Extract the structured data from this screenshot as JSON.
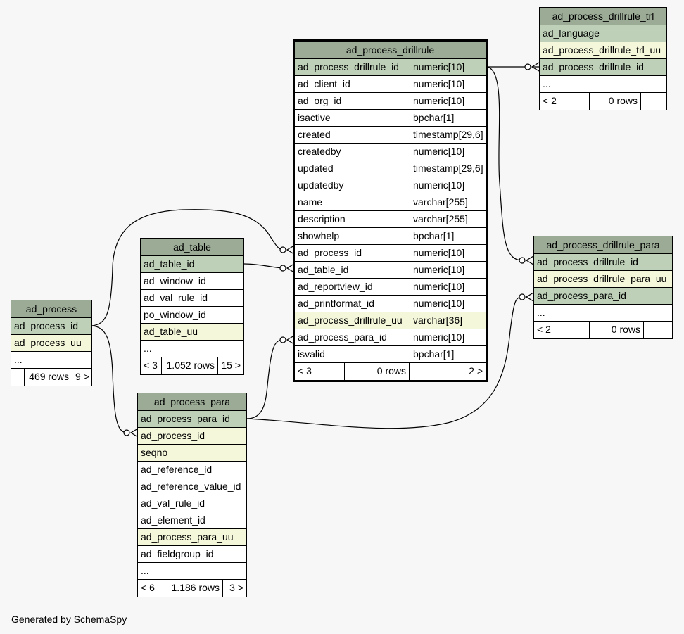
{
  "diagram": {
    "tables": {
      "drillrule": {
        "name": "ad_process_drillrule",
        "columns": [
          {
            "name": "ad_process_drillrule_id",
            "type": "numeric[10]"
          },
          {
            "name": "ad_client_id",
            "type": "numeric[10]"
          },
          {
            "name": "ad_org_id",
            "type": "numeric[10]"
          },
          {
            "name": "isactive",
            "type": "bpchar[1]"
          },
          {
            "name": "created",
            "type": "timestamp[29,6]"
          },
          {
            "name": "createdby",
            "type": "numeric[10]"
          },
          {
            "name": "updated",
            "type": "timestamp[29,6]"
          },
          {
            "name": "updatedby",
            "type": "numeric[10]"
          },
          {
            "name": "name",
            "type": "varchar[255]"
          },
          {
            "name": "description",
            "type": "varchar[255]"
          },
          {
            "name": "showhelp",
            "type": "bpchar[1]"
          },
          {
            "name": "ad_process_id",
            "type": "numeric[10]"
          },
          {
            "name": "ad_table_id",
            "type": "numeric[10]"
          },
          {
            "name": "ad_reportview_id",
            "type": "numeric[10]"
          },
          {
            "name": "ad_printformat_id",
            "type": "numeric[10]"
          },
          {
            "name": "ad_process_drillrule_uu",
            "type": "varchar[36]"
          },
          {
            "name": "ad_process_para_id",
            "type": "numeric[10]"
          },
          {
            "name": "isvalid",
            "type": "bpchar[1]"
          }
        ],
        "footer": {
          "parents": "< 3",
          "rows": "0 rows",
          "children": "2 >"
        }
      },
      "drillrule_trl": {
        "name": "ad_process_drillrule_trl",
        "columns": [
          "ad_language",
          "ad_process_drillrule_trl_uu",
          "ad_process_drillrule_id",
          "..."
        ],
        "footer": {
          "parents": "< 2",
          "rows": "0 rows",
          "children": ""
        }
      },
      "drillrule_para": {
        "name": "ad_process_drillrule_para",
        "columns": [
          "ad_process_drillrule_id",
          "ad_process_drillrule_para_uu",
          "ad_process_para_id",
          "..."
        ],
        "footer": {
          "parents": "< 2",
          "rows": "0 rows",
          "children": ""
        }
      },
      "ad_table": {
        "name": "ad_table",
        "columns": [
          "ad_table_id",
          "ad_window_id",
          "ad_val_rule_id",
          "po_window_id",
          "ad_table_uu",
          "..."
        ],
        "footer": {
          "parents": "< 3",
          "rows": "1.052 rows",
          "children": "15 >"
        }
      },
      "ad_process": {
        "name": "ad_process",
        "columns": [
          "ad_process_id",
          "ad_process_uu",
          "..."
        ],
        "footer": {
          "parents": "",
          "rows": "469 rows",
          "children": "9 >"
        }
      },
      "ad_process_para": {
        "name": "ad_process_para",
        "columns": [
          "ad_process_para_id",
          "ad_process_id",
          "seqno",
          "ad_reference_id",
          "ad_reference_value_id",
          "ad_val_rule_id",
          "ad_element_id",
          "ad_process_para_uu",
          "ad_fieldgroup_id",
          "..."
        ],
        "footer": {
          "parents": "< 6",
          "rows": "1.186 rows",
          "children": "3 >"
        }
      }
    },
    "colors": {
      "header": "#9bab96",
      "primary_key": "#bed1b8",
      "indexed": "#f4f7da",
      "background": "#f7f7f7"
    },
    "footer_text": "Generated by SchemaSpy"
  }
}
